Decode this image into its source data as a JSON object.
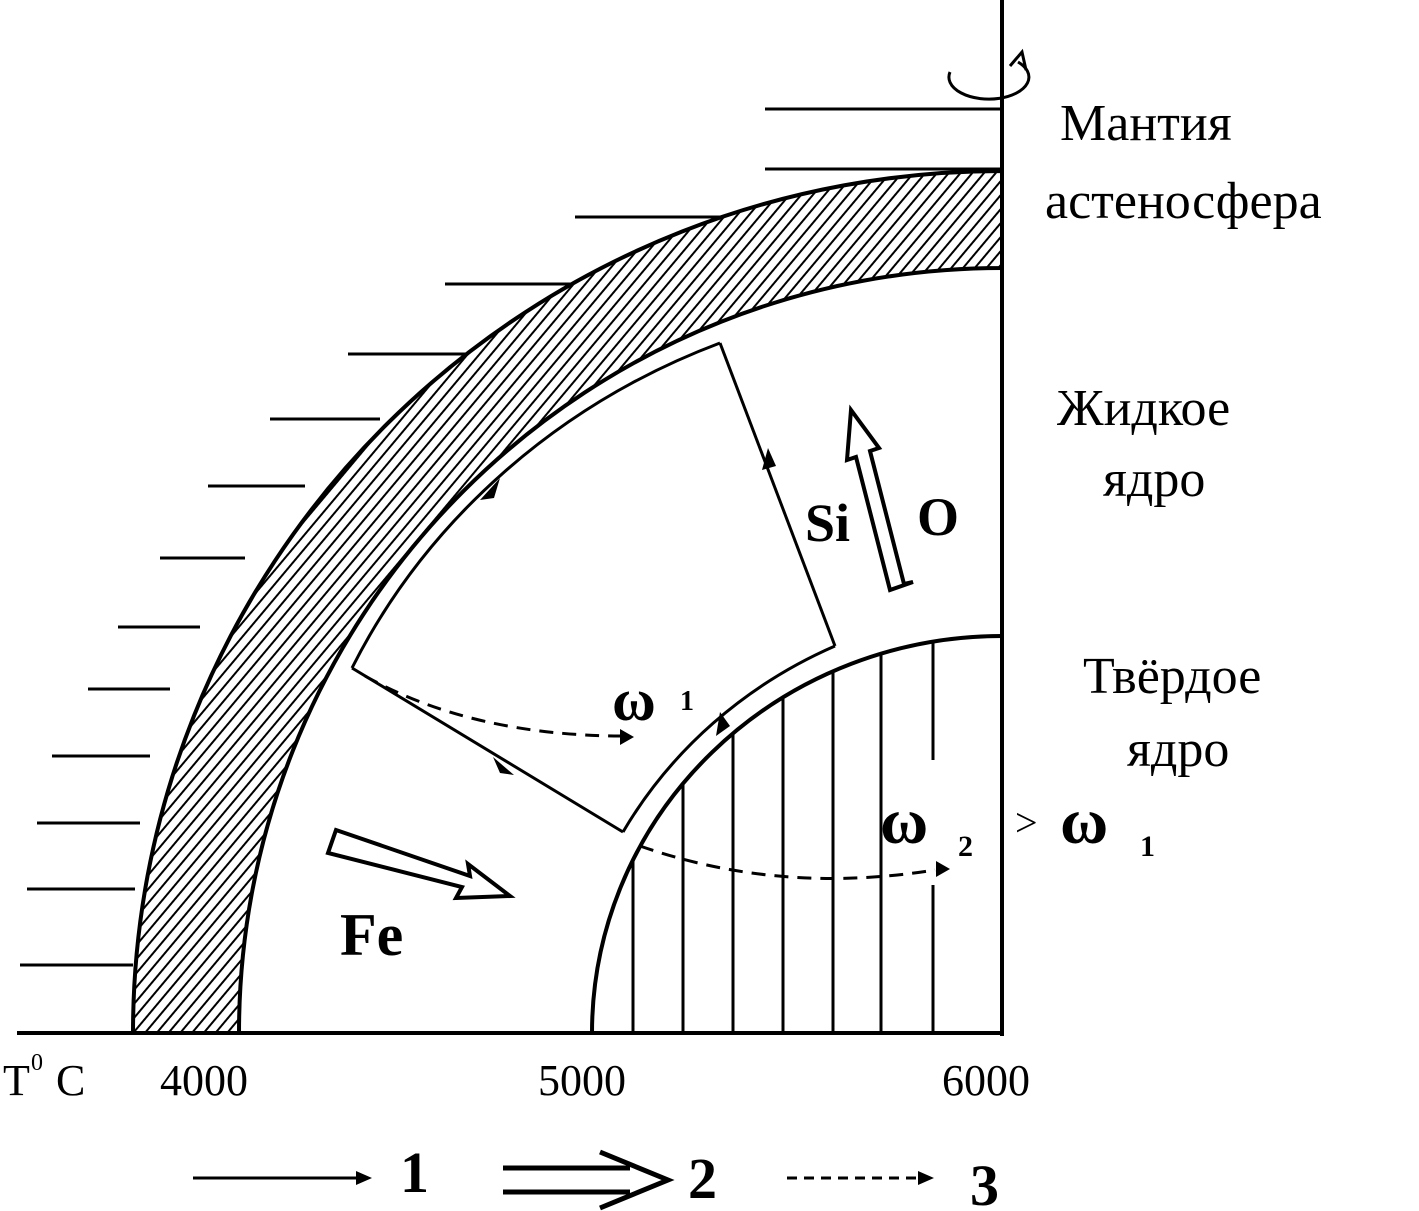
{
  "layers": {
    "mantle": [
      "Мантия",
      "астеносфера"
    ],
    "liquid_core": [
      "Жидкое",
      "ядро"
    ],
    "solid_core": [
      "Твёрдое",
      "ядро"
    ]
  },
  "axis": {
    "unit_label": "T",
    "unit_sup": "0",
    "unit_suffix": "C",
    "ticks": [
      "4000",
      "5000",
      "6000"
    ]
  },
  "elements": {
    "si": "Si",
    "o": "O",
    "fe": "Fe"
  },
  "rotation": {
    "omega": "ω",
    "sub1": "1",
    "sub2": "2",
    "relation": ">"
  },
  "legend": [
    "1",
    "2",
    "3"
  ]
}
